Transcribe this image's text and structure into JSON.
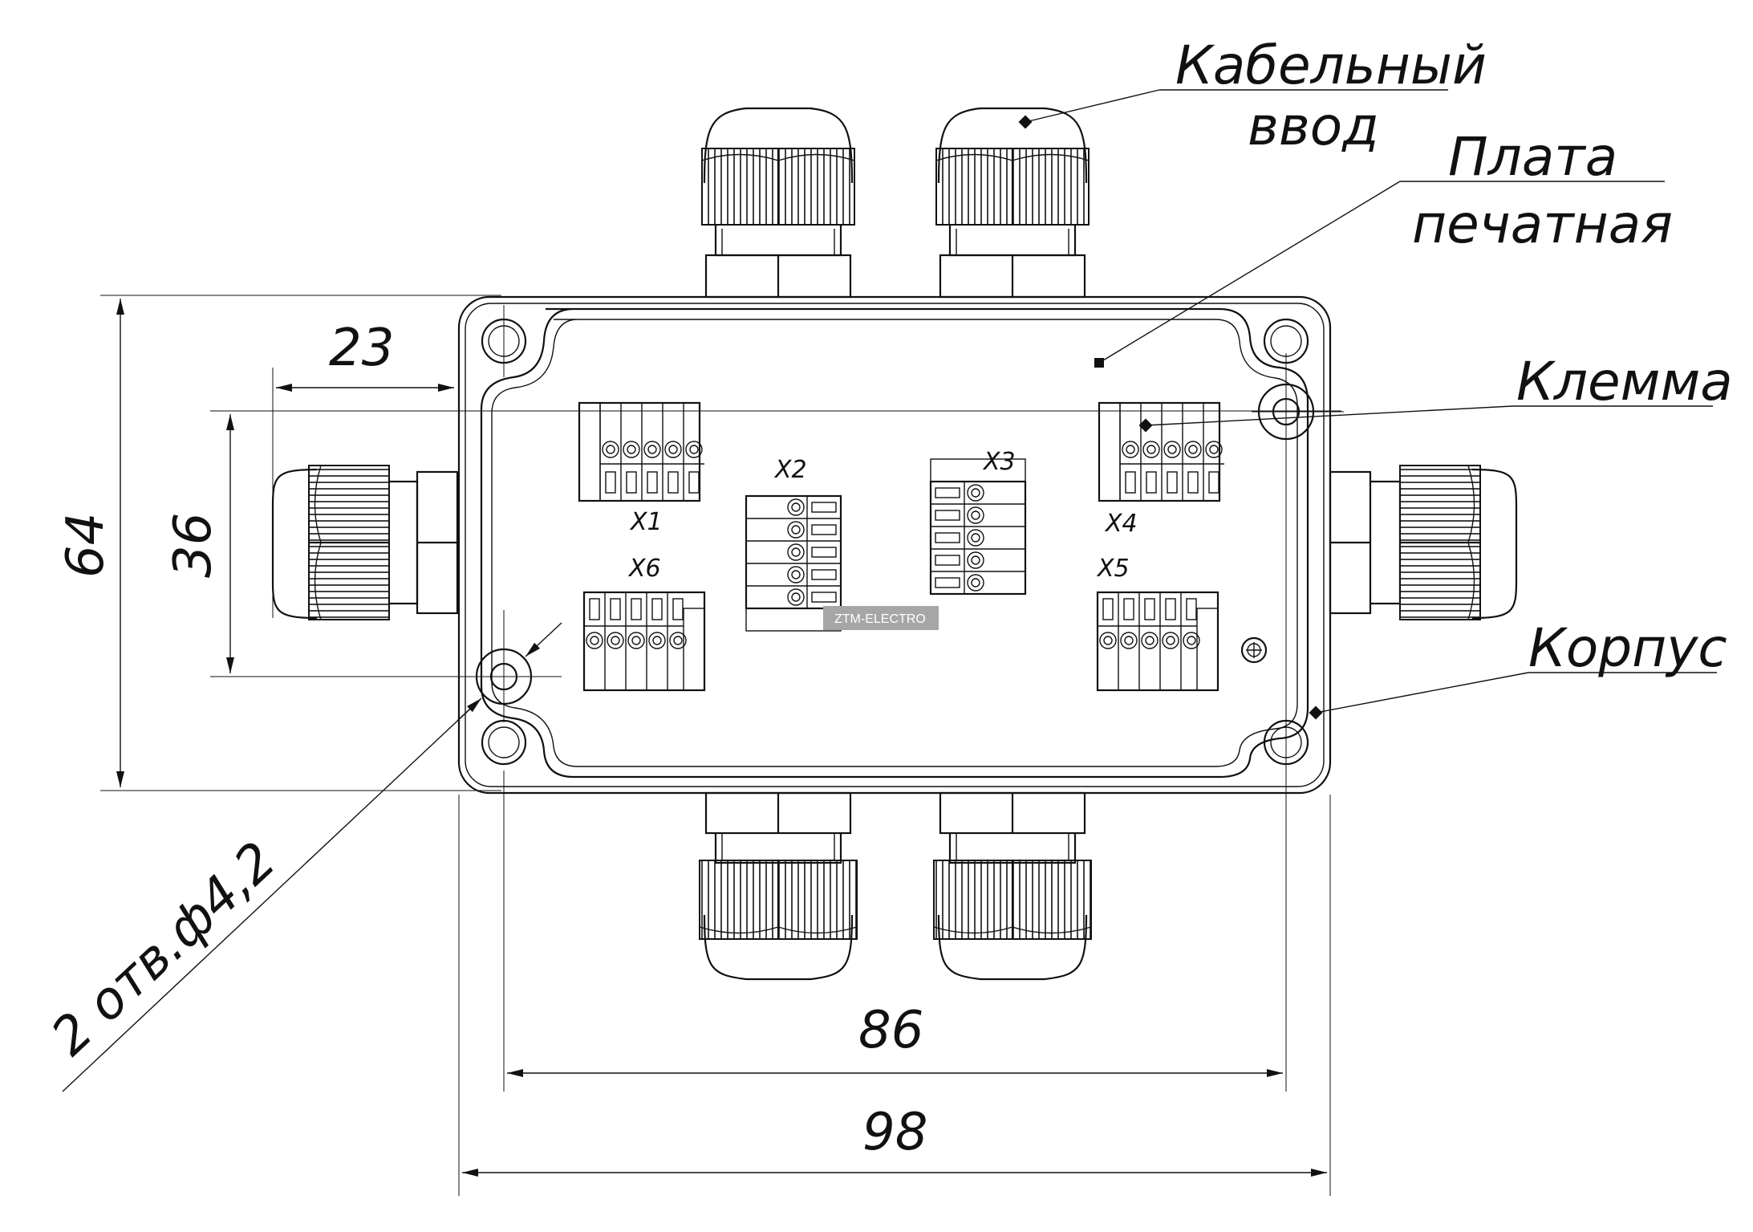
{
  "dimensions": {
    "height_outer": "64",
    "height_inner": "36",
    "offset_left": "23",
    "width_inner": "86",
    "width_outer": "98",
    "holes": "2 отв.ф4,2"
  },
  "callouts": {
    "cable_entry_line1": "Кабельный",
    "cable_entry_line2": "ввод",
    "pcb_line1": "Плата",
    "pcb_line2": "печатная",
    "terminal": "Клемма",
    "housing": "Корпус"
  },
  "terminals": [
    "X1",
    "X2",
    "X3",
    "X4",
    "X5",
    "X6"
  ],
  "watermark": "ZTM-ELECTRO"
}
